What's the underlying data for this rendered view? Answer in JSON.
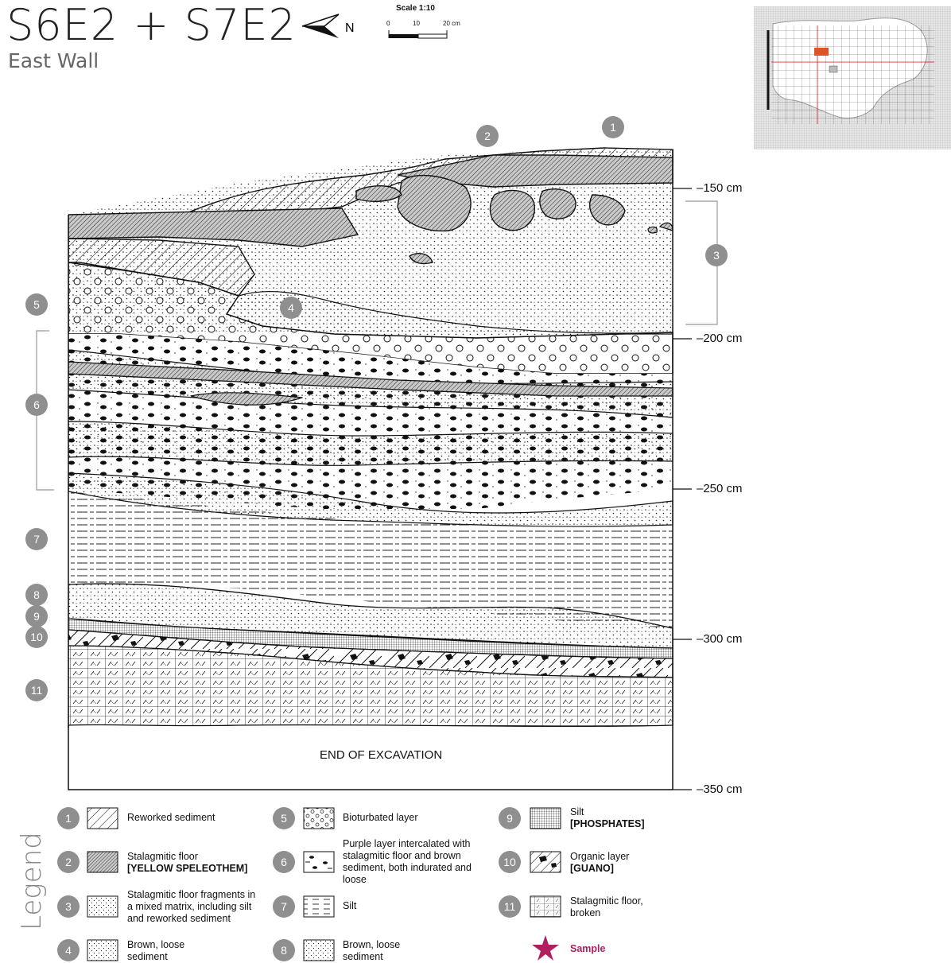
{
  "header": {
    "title": "S6E2 + S7E2",
    "subtitle": "East Wall",
    "north_label": "N",
    "scale": {
      "title": "Scale 1:10",
      "ticks": [
        "0",
        "10",
        "20 cm"
      ]
    }
  },
  "section": {
    "end_label": "END OF EXCAVATION",
    "depth_labels": [
      "–150 cm",
      "–200 cm",
      "–250 cm",
      "–300 cm",
      "–350 cm"
    ],
    "layer_badges": [
      "1",
      "2",
      "3",
      "4",
      "5",
      "6",
      "7",
      "8",
      "9",
      "10",
      "11"
    ]
  },
  "legend": {
    "heading": "Legend",
    "items": [
      {
        "num": "1",
        "line1": "Reworked sediment",
        "line2": ""
      },
      {
        "num": "2",
        "line1": "Stalagmitic floor",
        "line2": "[YELLOW SPELEOTHEM]"
      },
      {
        "num": "3",
        "line1": "Stalagmitic floor fragments in a mixed matrix, including silt and reworked sediment",
        "line2": ""
      },
      {
        "num": "4",
        "line1": "Brown, loose sediment",
        "line2": ""
      },
      {
        "num": "5",
        "line1": "Bioturbated layer",
        "line2": ""
      },
      {
        "num": "6",
        "line1": "Purple layer intercalated with stalagmitic floor and brown sediment, both indurated and loose",
        "line2": ""
      },
      {
        "num": "7",
        "line1": "Silt",
        "line2": ""
      },
      {
        "num": "8",
        "line1": "Brown, loose sediment",
        "line2": ""
      },
      {
        "num": "9",
        "line1": "Silt",
        "line2": "[PHOSPHATES]"
      },
      {
        "num": "10",
        "line1": "Organic layer",
        "line2": "[GUANO]"
      },
      {
        "num": "11",
        "line1": "Stalagmitic floor, broken",
        "line2": ""
      }
    ],
    "sample_label": "Sample"
  },
  "colors": {
    "badge": "#8f8f8f",
    "sample": "#b0205e",
    "highlight": "#e0522a"
  }
}
